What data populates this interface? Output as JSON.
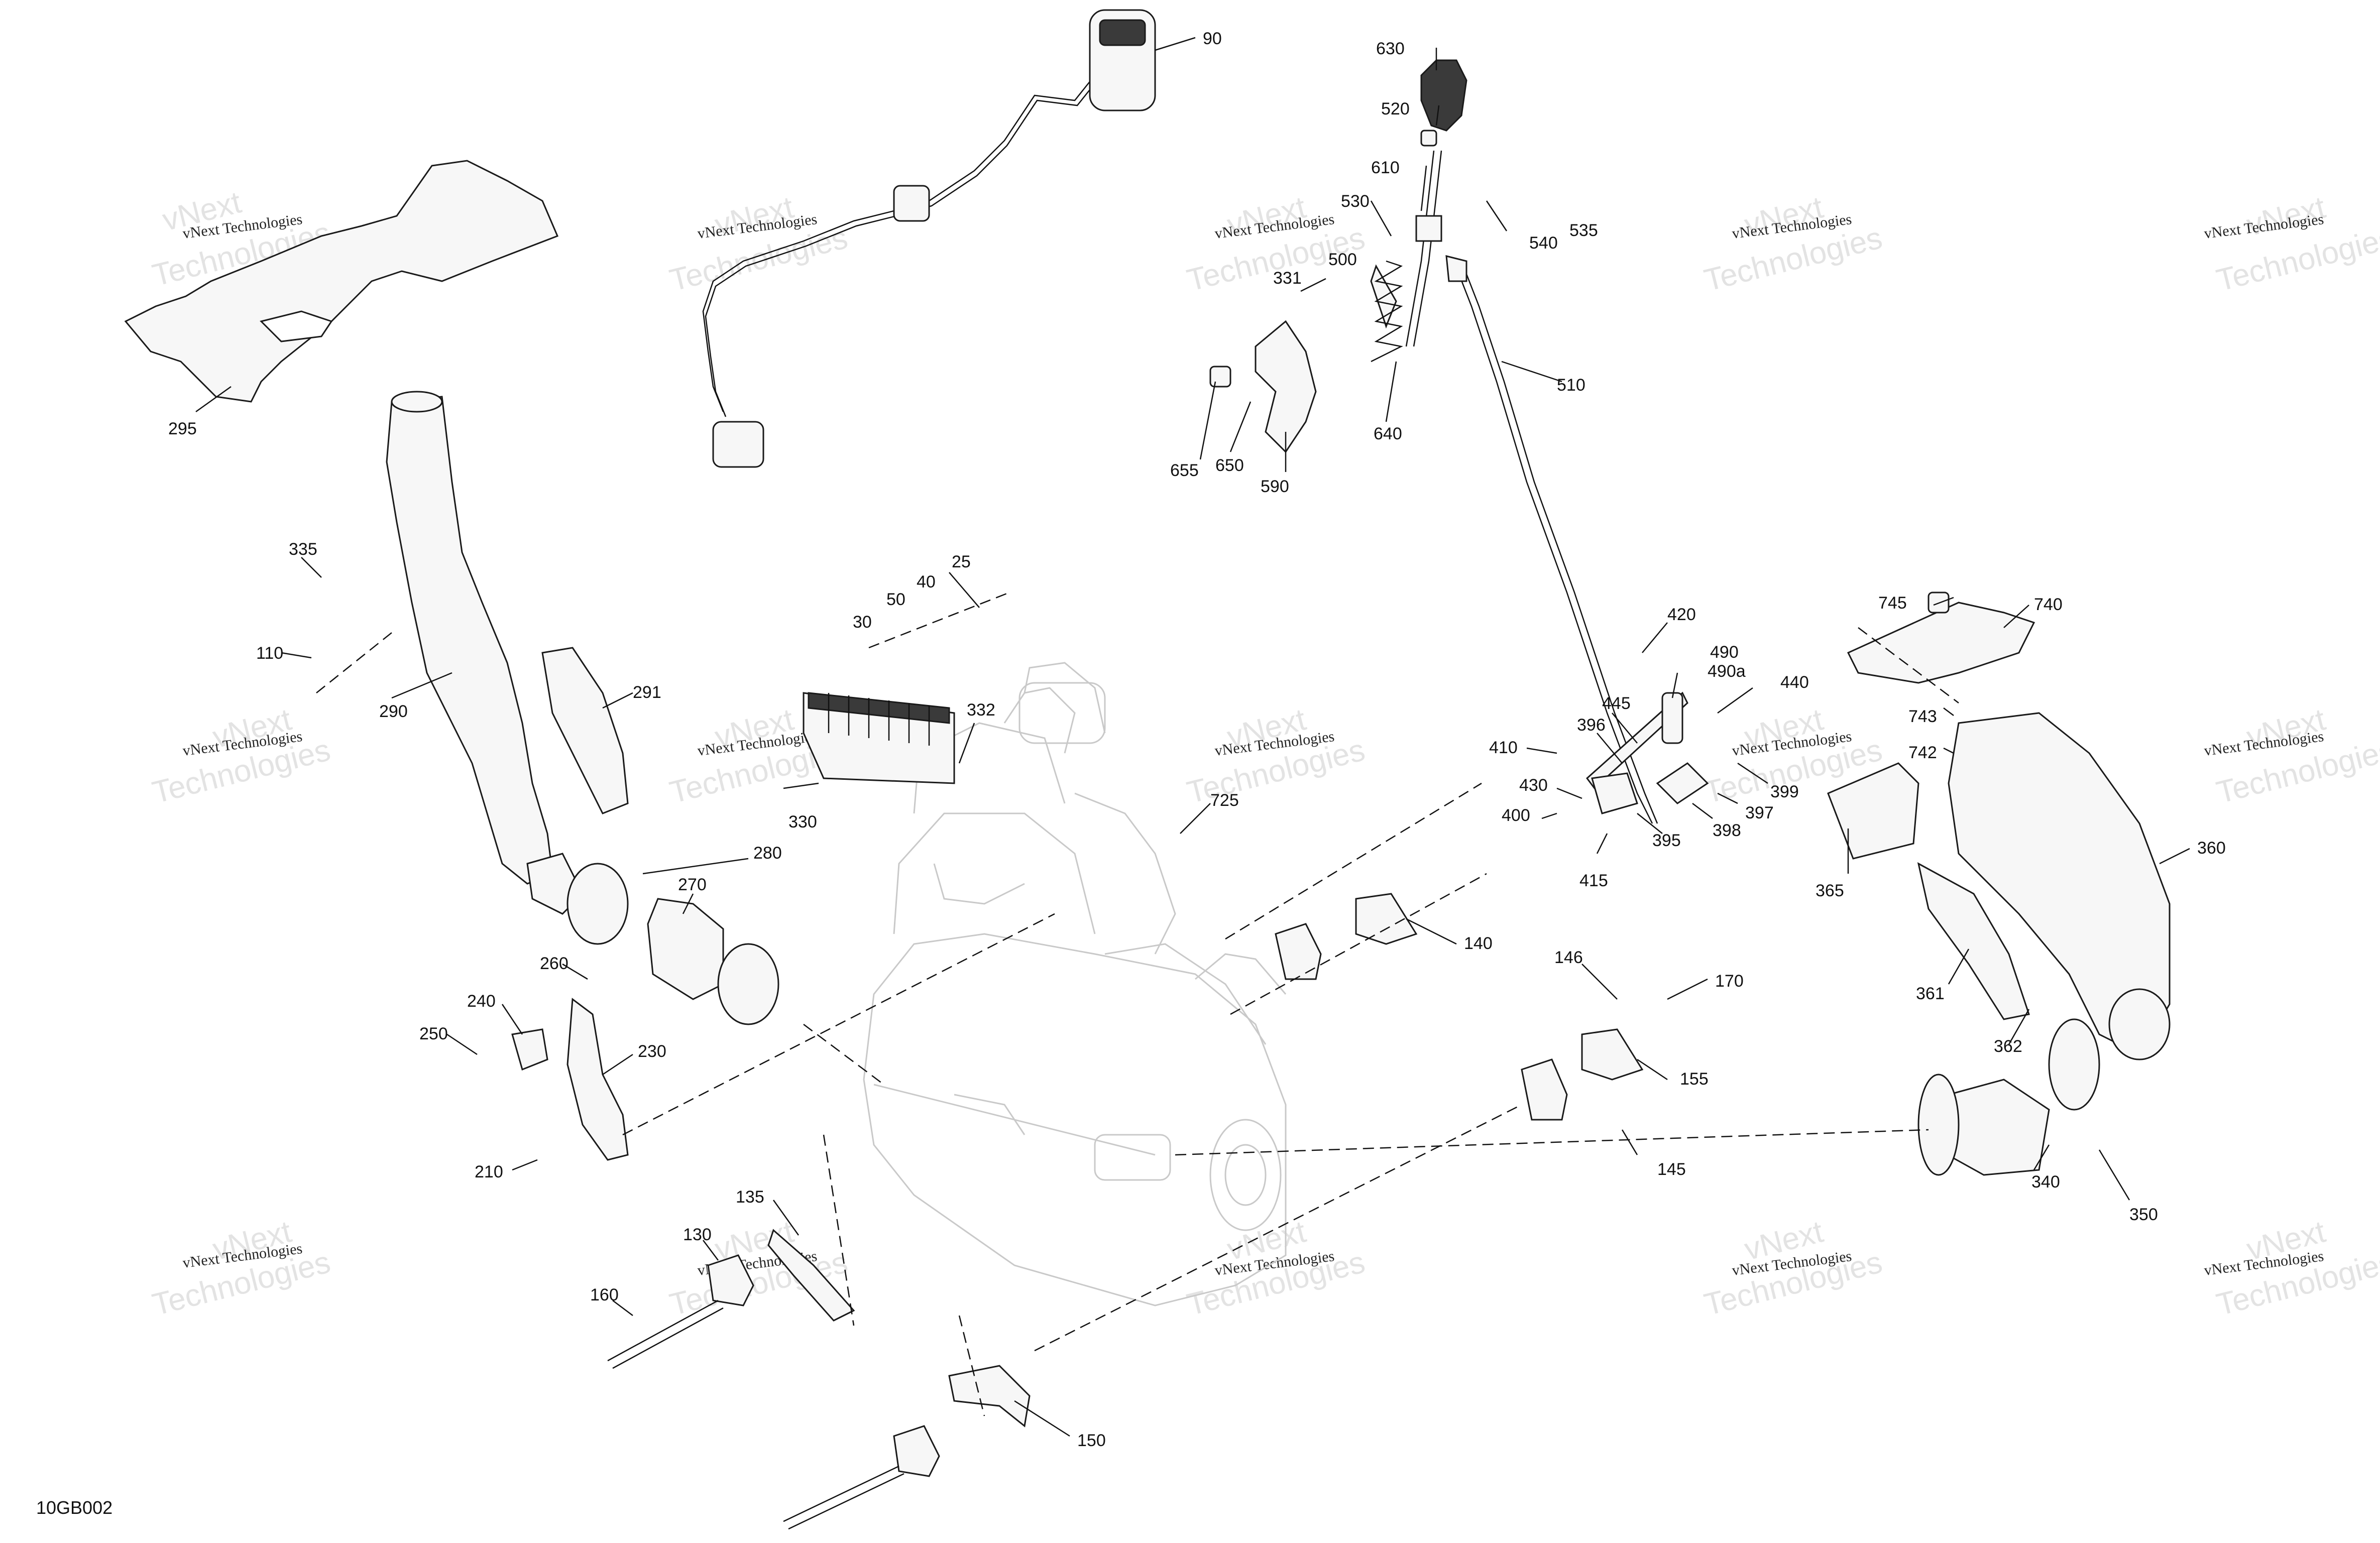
{
  "diagram_code": "10GB002",
  "watermark": {
    "label": "vNext Technologies",
    "big_line1": "vNext",
    "big_line2": "Technologies"
  },
  "callouts": {
    "c90": "90",
    "c630": "630",
    "c520": "520",
    "c610": "610",
    "c530": "530",
    "c500": "500",
    "c331": "331",
    "c535": "535",
    "c540": "540",
    "c510": "510",
    "c655": "655",
    "c650": "650",
    "c590": "590",
    "c640": "640",
    "c295": "295",
    "c335": "335",
    "c110": "110",
    "c290": "290",
    "c291": "291",
    "c25": "25",
    "c40": "40",
    "c50": "50",
    "c30": "30",
    "c332": "332",
    "c330": "330",
    "c725": "725",
    "c420": "420",
    "c490": "490",
    "c490a": "490a",
    "c440": "440",
    "c445": "445",
    "c396": "396",
    "c410": "410",
    "c430": "430",
    "c400": "400",
    "c415": "415",
    "c395": "395",
    "c398": "398",
    "c397": "397",
    "c399": "399",
    "c745": "745",
    "c740": "740",
    "c743": "743",
    "c742": "742",
    "c365": "365",
    "c360": "360",
    "c361": "361",
    "c362": "362",
    "c340": "340",
    "c350": "350",
    "c280": "280",
    "c270": "270",
    "c260": "260",
    "c240": "240",
    "c250": "250",
    "c230": "230",
    "c210": "210",
    "c140": "140",
    "c146": "146",
    "c170": "170",
    "c155": "155",
    "c145": "145",
    "c135": "135",
    "c130": "130",
    "c160": "160",
    "c150": "150"
  }
}
